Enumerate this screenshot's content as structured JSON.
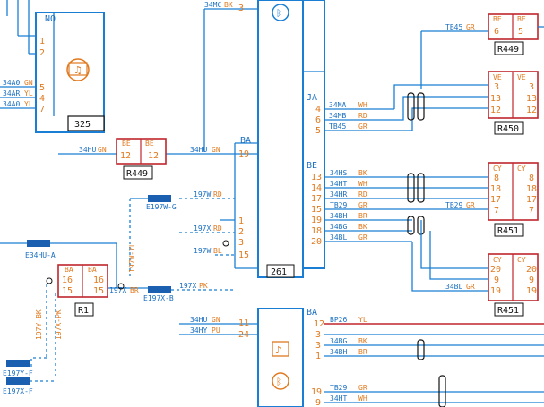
{
  "colors": {
    "wire": "#1a7fd4",
    "label": "#1a6fc0",
    "orange": "#e07a20",
    "red": "#c0262d",
    "black": "#111111",
    "connector_fill": "#1a5fb0"
  },
  "components": {
    "c325": {
      "code": "325",
      "icon": "music-note-icon",
      "pin_header": "NO",
      "pin_numbers": [
        "1",
        "2",
        "5",
        "4",
        "7"
      ]
    },
    "c261": {
      "code": "261",
      "icon": "bluetooth-icon"
    },
    "r449_top": {
      "code": "R449",
      "header": [
        "BE",
        "BE"
      ],
      "pins": [
        "6",
        "5"
      ]
    },
    "r449_mid": {
      "code": "R449",
      "header": [
        "BE",
        "BE"
      ],
      "pins": [
        "12",
        "12"
      ]
    },
    "r450": {
      "code": "R450",
      "header": [
        "VE",
        "VE"
      ],
      "pins": [
        [
          "3",
          "3"
        ],
        [
          "13",
          "13"
        ],
        [
          "12",
          "12"
        ]
      ]
    },
    "r451_top": {
      "code": "R451",
      "header": [
        "CY",
        "CY"
      ],
      "pins": [
        [
          "8",
          "8"
        ],
        [
          "18",
          "18"
        ],
        [
          "17",
          "17"
        ],
        [
          "7",
          "7"
        ]
      ]
    },
    "r451_bot": {
      "code": "R451",
      "header": [
        "CY",
        "CY"
      ],
      "pins": [
        [
          "20",
          "20"
        ],
        [
          "9",
          "9"
        ],
        [
          "19",
          "19"
        ]
      ]
    },
    "r1": {
      "code": "R1",
      "header": [
        "BA",
        "BA"
      ],
      "pins": [
        [
          "16",
          "16"
        ],
        [
          "15",
          "15"
        ]
      ]
    },
    "audio_lower": {
      "icon": "audio-icon"
    }
  },
  "labels": {
    "c325_wires": [
      {
        "code": "34A0",
        "color": "GN",
        "pin": "5"
      },
      {
        "code": "34AR",
        "color": "YL",
        "pin": "4"
      },
      {
        "code": "34A0",
        "color": "YL",
        "pin": "7"
      }
    ],
    "top_wire": {
      "code": "34MC",
      "color": "BK",
      "pin": "3"
    },
    "r449_wire": {
      "code": "34HU",
      "color": "GN"
    },
    "mid_wire": {
      "code": "34HU",
      "color": "GN",
      "pin": "19",
      "conn": "BA"
    },
    "ja_group": {
      "conn": "JA",
      "rows": [
        {
          "pin": "4",
          "code": "34MA",
          "color": "WH"
        },
        {
          "pin": "6",
          "code": "34MB",
          "color": "RD"
        },
        {
          "pin": "5",
          "code": "TB45",
          "color": "GR"
        }
      ]
    },
    "be_group": {
      "conn": "BE",
      "rows": [
        {
          "pin": "13",
          "code": "34HS",
          "color": "BK"
        },
        {
          "pin": "14",
          "code": "34HT",
          "color": "WH"
        },
        {
          "pin": "17",
          "code": "34HR",
          "color": "RD"
        },
        {
          "pin": "15",
          "code": "TB29",
          "color": "GR"
        },
        {
          "pin": "19",
          "code": "34BH",
          "color": "BR"
        },
        {
          "pin": "18",
          "code": "34BG",
          "color": "BK"
        },
        {
          "pin": "20",
          "code": "34BL",
          "color": "GR"
        }
      ]
    },
    "tb45_right": {
      "code": "TB45",
      "color": "GR"
    },
    "tb29_right": {
      "code": "TB29",
      "color": "GR"
    },
    "34bl_right": {
      "code": "34BL",
      "color": "GR"
    },
    "ba_group": {
      "conn": "BA",
      "rows": [
        {
          "pin": "1",
          "code": "197W",
          "color": "RD"
        },
        {
          "pin": "2",
          "code": "",
          "color": ""
        },
        {
          "pin": "3",
          "code": "197X",
          "color": "RD"
        },
        {
          "pin": "15",
          "code": "197W",
          "color": "BL"
        }
      ]
    },
    "e197w_g": "E197W-G",
    "e197x_b": "E197X-B",
    "e34hu_a": "E34HU-A",
    "e197y_f": "E197Y-F",
    "e197x_f": "E197X-F",
    "wire_197w_yl": "197W-YL",
    "wire_197x_pk": "197X-PK",
    "wire_197x_br": "197X-BR",
    "wire_197y_bk": "197Y-BK",
    "wire_197x_pk2": "197X-PK",
    "lower_left": [
      {
        "code": "34HU",
        "color": "GN",
        "pin": "11"
      },
      {
        "code": "34HY",
        "color": "PU",
        "pin": "24"
      }
    ],
    "lower_conn": "BA",
    "lower_right": [
      {
        "pin": "12",
        "code": "BP26",
        "color": "YL"
      },
      {
        "pin": "3",
        "code": "34BG",
        "color": "BK"
      },
      {
        "pin": "1",
        "code": "34BH",
        "color": "BR"
      },
      {
        "pin": "19",
        "code": "TB29",
        "color": "GR"
      },
      {
        "pin": "9",
        "code": "34HT",
        "color": "WH"
      }
    ]
  }
}
